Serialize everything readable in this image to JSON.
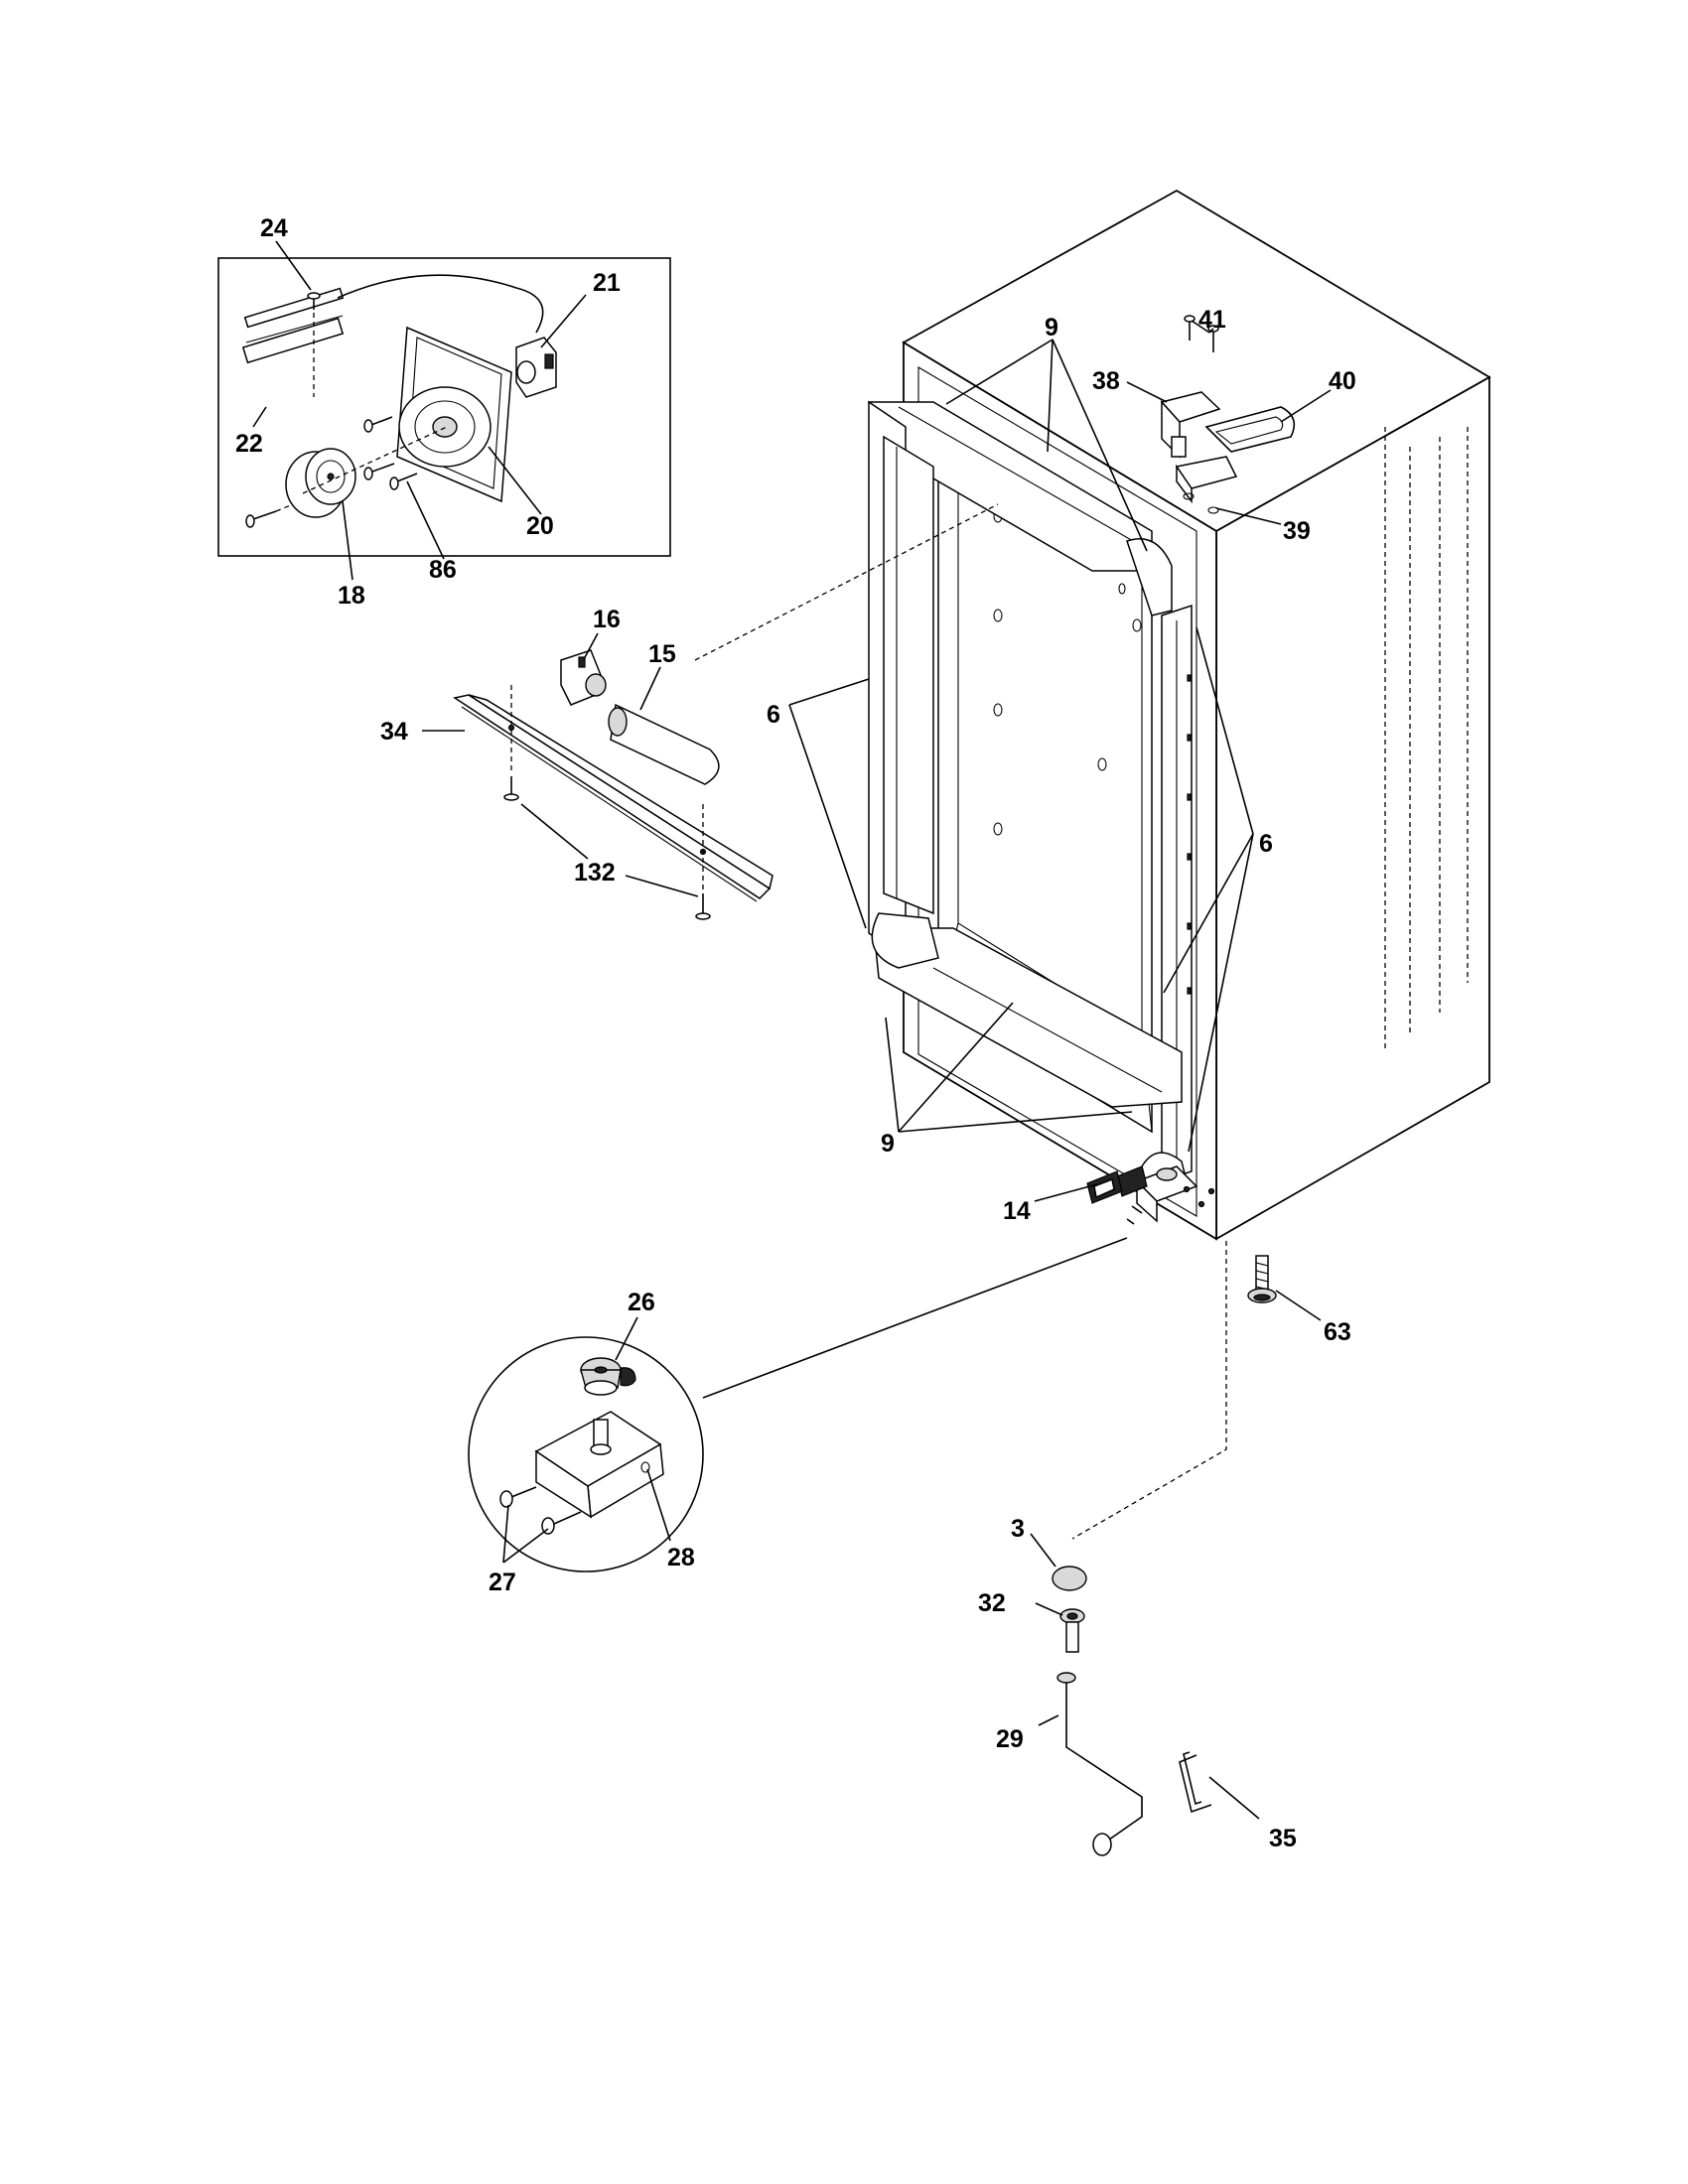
{
  "part_labels": [
    {
      "id": "24",
      "text": "24"
    },
    {
      "id": "21",
      "text": "21"
    },
    {
      "id": "22",
      "text": "22"
    },
    {
      "id": "20",
      "text": "20"
    },
    {
      "id": "86",
      "text": "86"
    },
    {
      "id": "18",
      "text": "18"
    },
    {
      "id": "16",
      "text": "16"
    },
    {
      "id": "15",
      "text": "15"
    },
    {
      "id": "34",
      "text": "34"
    },
    {
      "id": "132",
      "text": "132"
    },
    {
      "id": "9a",
      "text": "9"
    },
    {
      "id": "41",
      "text": "41"
    },
    {
      "id": "38",
      "text": "38"
    },
    {
      "id": "40",
      "text": "40"
    },
    {
      "id": "39",
      "text": "39"
    },
    {
      "id": "6a",
      "text": "6"
    },
    {
      "id": "6b",
      "text": "6"
    },
    {
      "id": "9b",
      "text": "9"
    },
    {
      "id": "14",
      "text": "14"
    },
    {
      "id": "63",
      "text": "63"
    },
    {
      "id": "26",
      "text": "26"
    },
    {
      "id": "27",
      "text": "27"
    },
    {
      "id": "28",
      "text": "28"
    },
    {
      "id": "3",
      "text": "3"
    },
    {
      "id": "32",
      "text": "32"
    },
    {
      "id": "29",
      "text": "29"
    },
    {
      "id": "35",
      "text": "35"
    }
  ]
}
